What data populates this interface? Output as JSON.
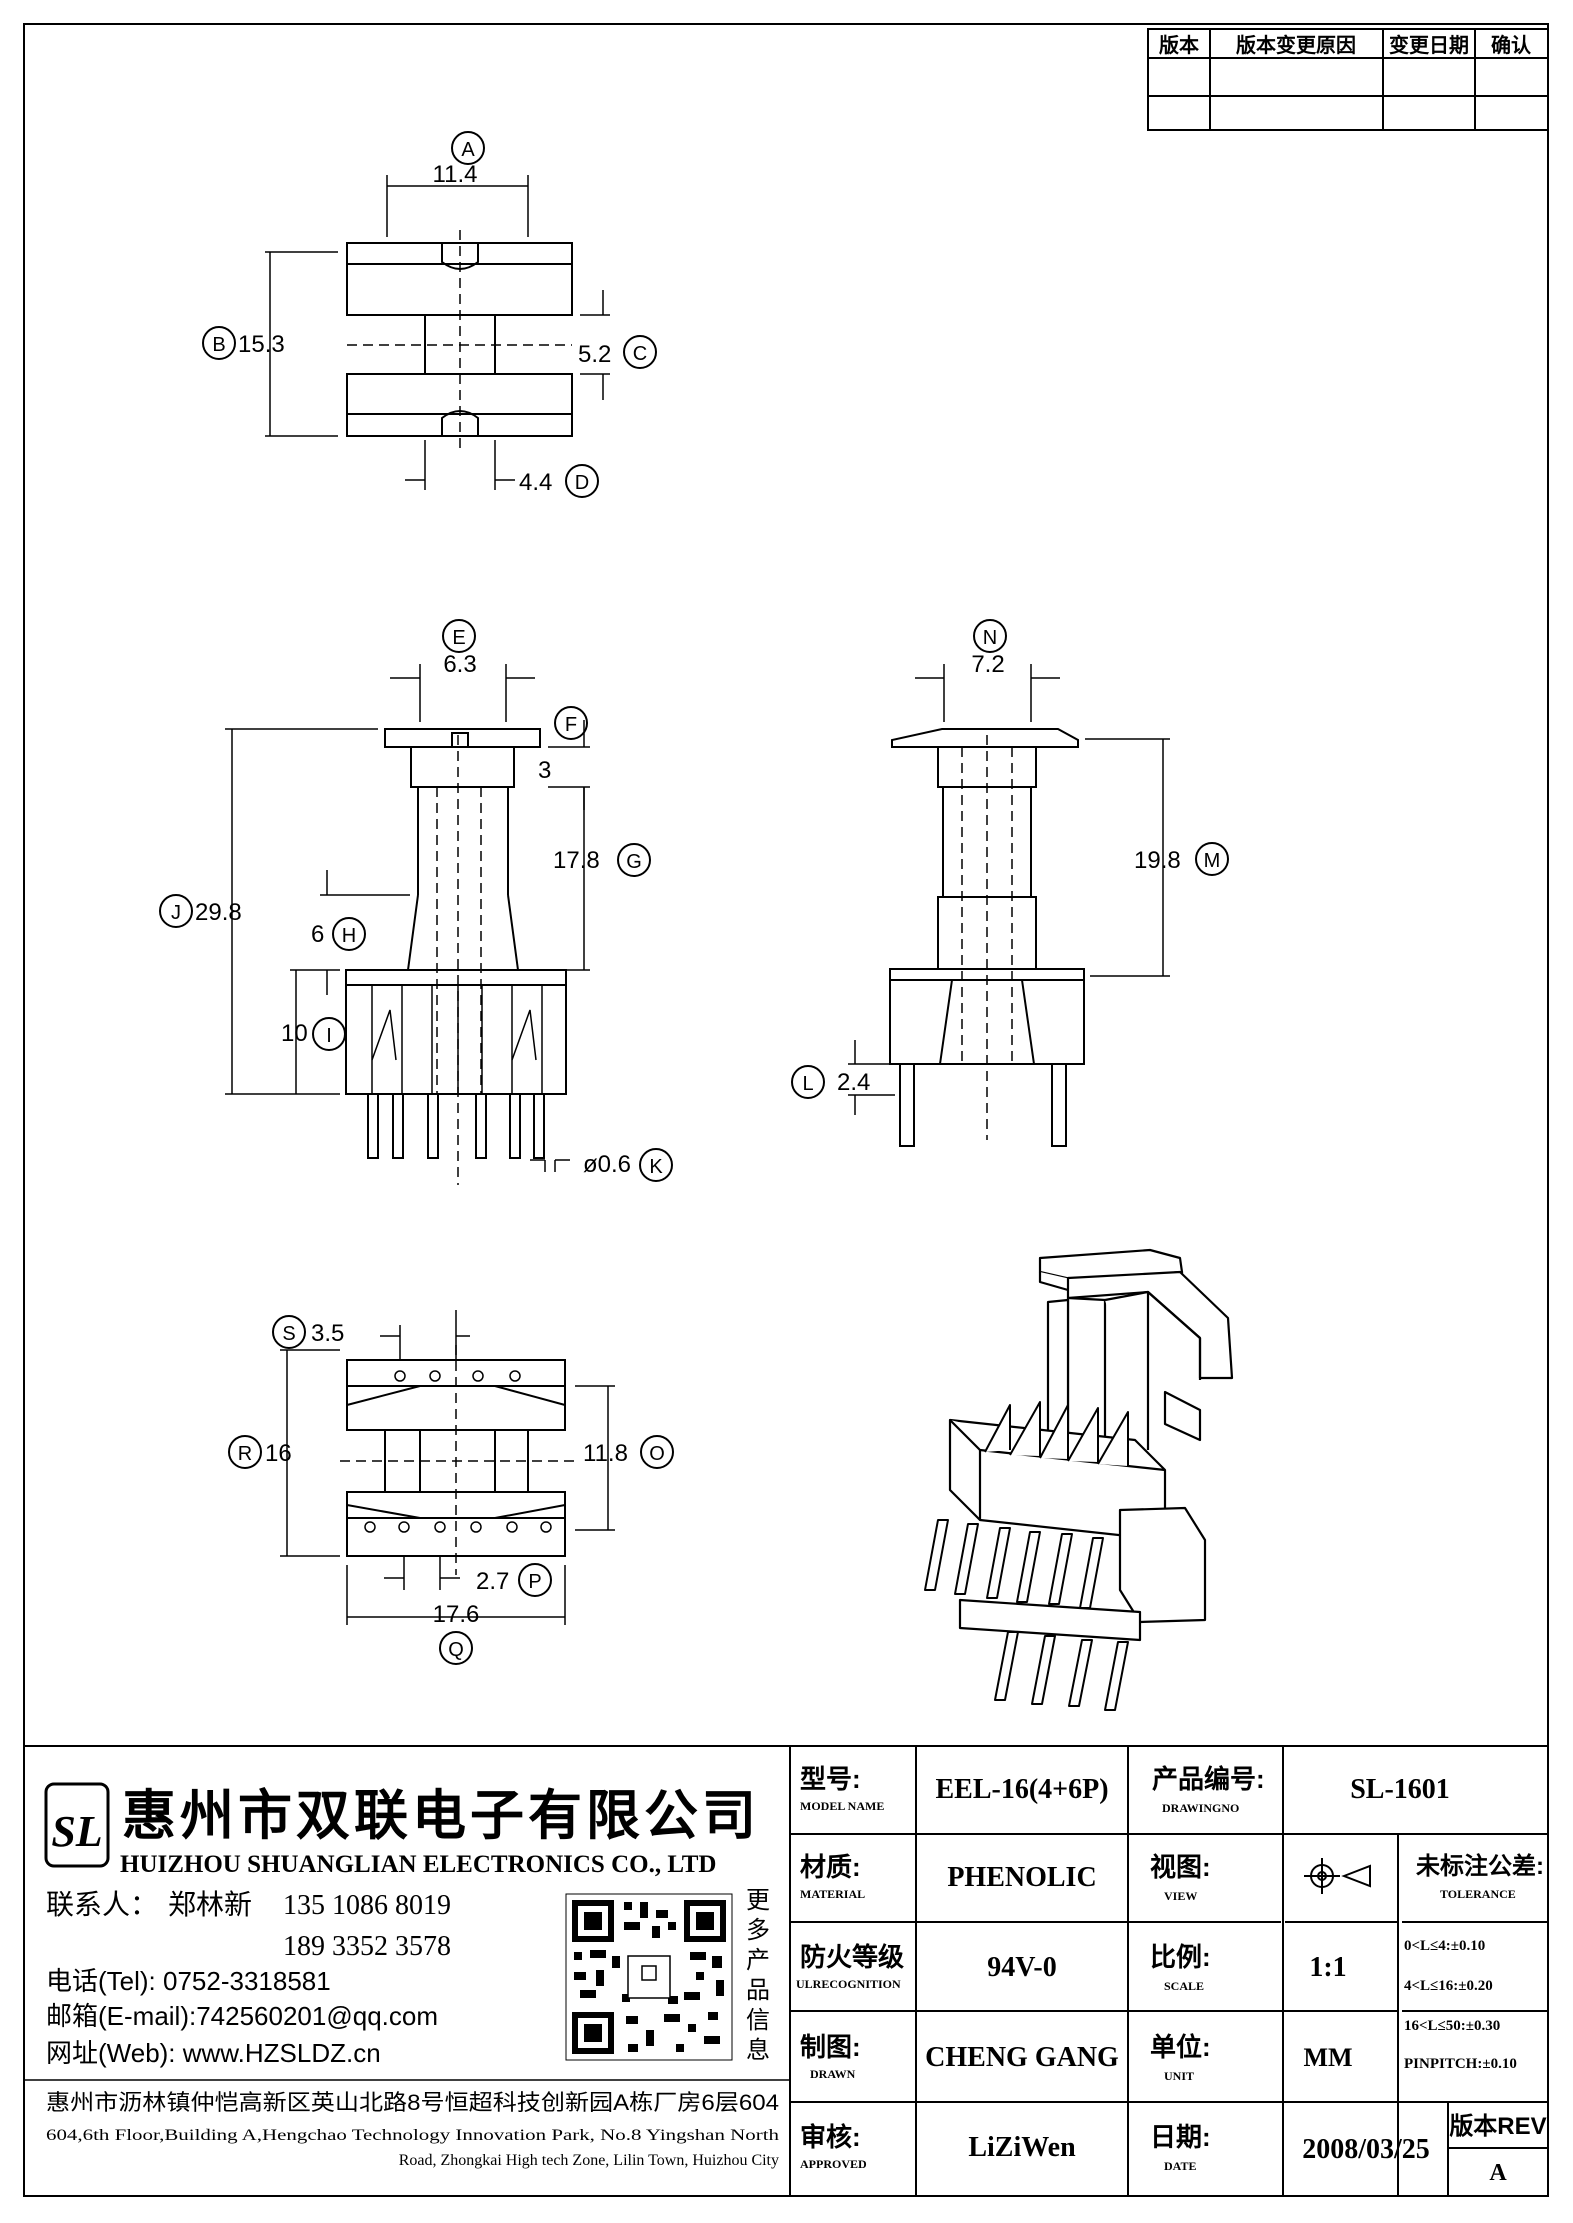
{
  "revision_table": {
    "headers": [
      "版本",
      "版本变更原因",
      "变更日期",
      "确认"
    ]
  },
  "dimensions": {
    "A": "11.4",
    "B": "15.3",
    "C": "5.2",
    "D": "4.4",
    "E": "6.3",
    "F": "3",
    "G": "17.8",
    "H": "6",
    "I": "10",
    "J": "29.8",
    "K": "ø0.6",
    "L": "2.4",
    "M": "19.8",
    "N": "7.2",
    "O": "11.8",
    "P": "2.7",
    "Q": "17.6",
    "R": "16",
    "S": "3.5"
  },
  "company": {
    "logo_text": "SL",
    "name_cn": "惠州市双联电子有限公司",
    "name_en": "HUIZHOU SHUANGLIAN ELECTRONICS CO., LTD",
    "contact_label": "联系人：",
    "contact_name": "郑林新",
    "phone1": "135 1086 8019",
    "phone2": "189 3352 3578",
    "tel_line": "电话(Tel): 0752-3318581",
    "email_line": "邮箱(E-mail):742560201@qq.com",
    "web_line": "网址(Web): www.HZSLDZ.cn",
    "qr_caption": [
      "更",
      "多",
      "产",
      "品",
      "信",
      "息"
    ],
    "address_cn": "惠州市沥林镇仲恺高新区英山北路8号恒超科技创新园A栋厂房6层604",
    "address_en_1": "604,6th Floor,Building A,Hengchao Technology Innovation Park, No.8 Yingshan North",
    "address_en_2": "Road, Zhongkai High tech Zone, Lilin Town, Huizhou City"
  },
  "title_block": {
    "model_label_cn": "型号:",
    "model_label_en": "MODEL NAME",
    "model": "EEL-16(4+6P)",
    "drawingno_label_cn": "产品编号:",
    "drawingno_label_en": "DRAWINGNO",
    "drawingno": "SL-1601",
    "material_label_cn": "材质:",
    "material_label_en": "MATERIAL",
    "material": "PHENOLIC",
    "view_label_cn": "视图:",
    "view_label_en": "VIEW",
    "ul_label_cn": "防火等级",
    "ul_label_en": "ULRECOGNITION",
    "ul": "94V-0",
    "scale_label_cn": "比例:",
    "scale_label_en": "SCALE",
    "scale": "1:1",
    "drawn_label_cn": "制图:",
    "drawn_label_en": "DRAWN",
    "drawn": "CHENG GANG",
    "unit_label_cn": "单位:",
    "unit_label_en": "UNIT",
    "unit": "MM",
    "approved_label_cn": "审核:",
    "approved_label_en": "APPROVED",
    "approved": "LiZiWen",
    "date_label_cn": "日期:",
    "date_label_en": "DATE",
    "date": "2008/03/25",
    "rev_label": "版本REV",
    "rev": "A",
    "tolerance_label_cn": "未标注公差:",
    "tolerance_label_en": "TOLERANCE",
    "tolerances": [
      "0<L≤4:±0.10",
      "4<L≤16:±0.20",
      "16<L≤50:±0.30",
      "PINPITCH:±0.10"
    ]
  }
}
